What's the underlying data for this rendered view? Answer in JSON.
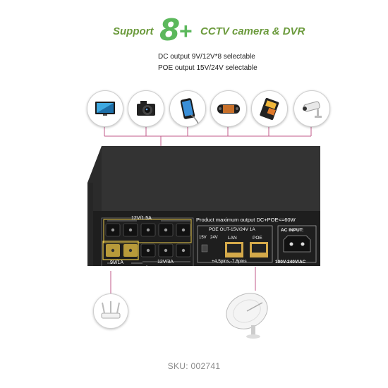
{
  "headline": {
    "left": "Support",
    "number": "8",
    "plus": "+",
    "right": "CCTV camera & DVR"
  },
  "subtitles": {
    "line1": "DC output 9V/12V*8 selectable",
    "line2": "POE output 15V/24V selectable"
  },
  "device_icons": [
    "tv-icon",
    "camera-icon",
    "smartphone-icon",
    "game-console-icon",
    "card-reader-icon",
    "cctv-camera-icon"
  ],
  "panel": {
    "label_12v_15a": "12V/1.5A",
    "label_9v_1a": "9V/1A",
    "label_12v_3a": "12V/3A",
    "max_output": "Product maximum output  DC+POE<=60W",
    "poe_out": "POE OUT-15V/24V 1A",
    "v15": "15V",
    "v24": "24V",
    "lan": "LAN",
    "poe": "POE",
    "pins": "+4,5pins,-7,8pins",
    "ac_input": "AC INPUT:",
    "ac_range": "100V-240V/AC"
  },
  "bottom_icons": [
    "wifi-router-icon",
    "satellite-dish-icon"
  ],
  "sku": "SKU: 002741",
  "colors": {
    "accent_green": "#5cb85c",
    "connector_line": "#c05a8a",
    "device_body": "#2b2b2b",
    "highlight": "#e8c84a"
  }
}
